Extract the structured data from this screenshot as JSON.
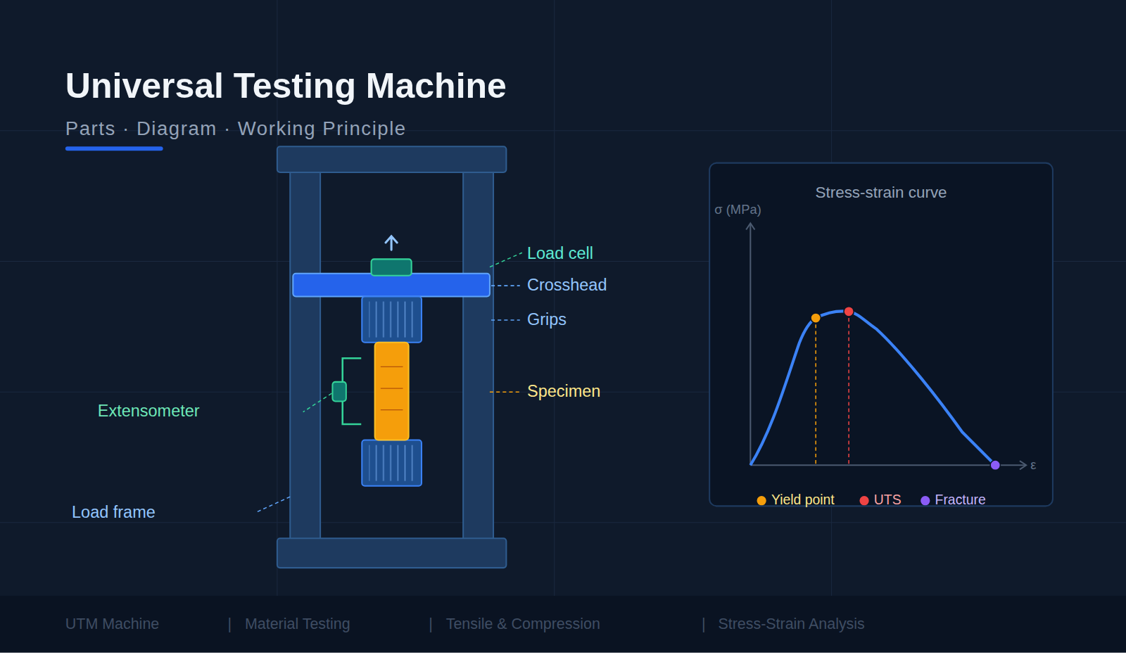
{
  "diagram": {
    "title": "Universal Testing Machine",
    "nodes": [
      {
        "text": [
          "Stress-strain curve"
        ]
      }
    ],
    "labels": [
      "Parts · Diagram · Working Principle",
      "Load cell",
      "Crosshead",
      "Grips",
      "Specimen",
      "Extensometer",
      "Load frame",
      "σ (MPa)",
      "ε",
      "UTM Machine",
      "|",
      "Material Testing",
      "|",
      "Tensile & Compression",
      "|",
      "Stress-Strain Analysis"
    ],
    "legend": [
      {
        "text": "Yield point",
        "color": "#f59e0b"
      },
      {
        "text": "UTS",
        "color": "#ef4444"
      },
      {
        "text": "Fracture",
        "color": "#8b5cf6"
      }
    ]
  }
}
